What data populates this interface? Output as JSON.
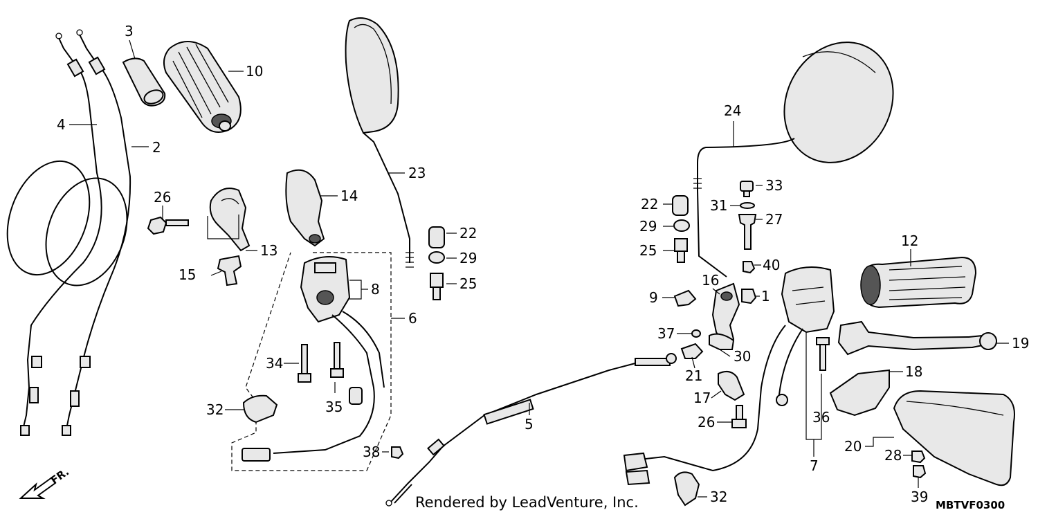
{
  "diagram": {
    "callouts": {
      "c1": "1",
      "c2": "2",
      "c3": "3",
      "c4": "4",
      "c5": "5",
      "c6": "6",
      "c7": "7",
      "c8": "8",
      "c9": "9",
      "c10": "10",
      "c12": "12",
      "c13": "13",
      "c14": "14",
      "c15": "15",
      "c16": "16",
      "c17": "17",
      "c18": "18",
      "c19": "19",
      "c20": "20",
      "c21": "21",
      "c22a": "22",
      "c22b": "22",
      "c23": "23",
      "c24": "24",
      "c25a": "25",
      "c25b": "25",
      "c26a": "26",
      "c26b": "26",
      "c27": "27",
      "c28": "28",
      "c29a": "29",
      "c29b": "29",
      "c30": "30",
      "c31": "31",
      "c32a": "32",
      "c32b": "32",
      "c33": "33",
      "c34": "34",
      "c35": "35",
      "c36": "36",
      "c37": "37",
      "c38": "38",
      "c39": "39",
      "c40": "40"
    },
    "credit": "Rendered by LeadVenture, Inc.",
    "code": "MBTVF0300",
    "direction_label": "FR."
  }
}
